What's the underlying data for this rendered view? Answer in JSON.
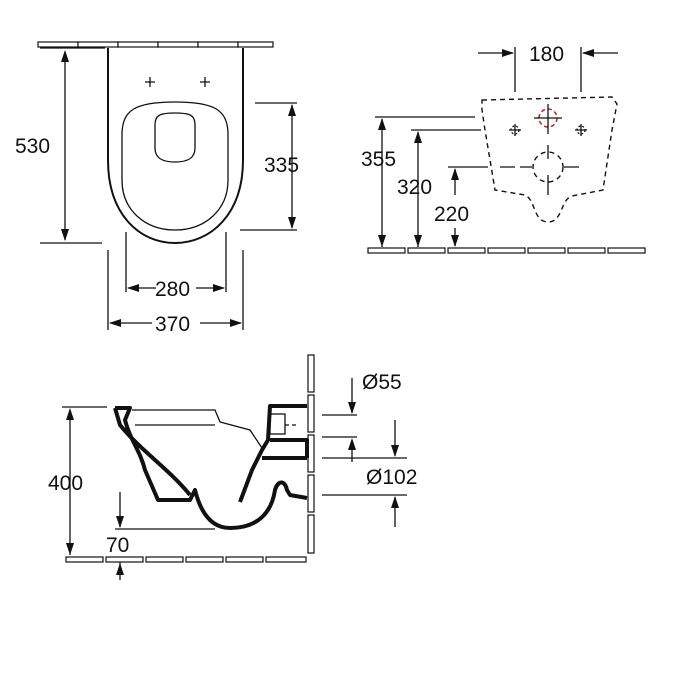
{
  "top_view": {
    "height_total": "530",
    "seat_depth": "335",
    "inner_width": "280",
    "outer_width": "370"
  },
  "rear_view": {
    "fixing_spacing": "180",
    "height_upper": "355",
    "height_fixing": "320",
    "height_outlet": "220"
  },
  "side_view": {
    "rim_height": "400",
    "floor_clearance": "70",
    "inlet_diameter": "Ø55",
    "outlet_diameter": "Ø102"
  },
  "colors": {
    "line": "#111111",
    "accent": "#b03030"
  }
}
